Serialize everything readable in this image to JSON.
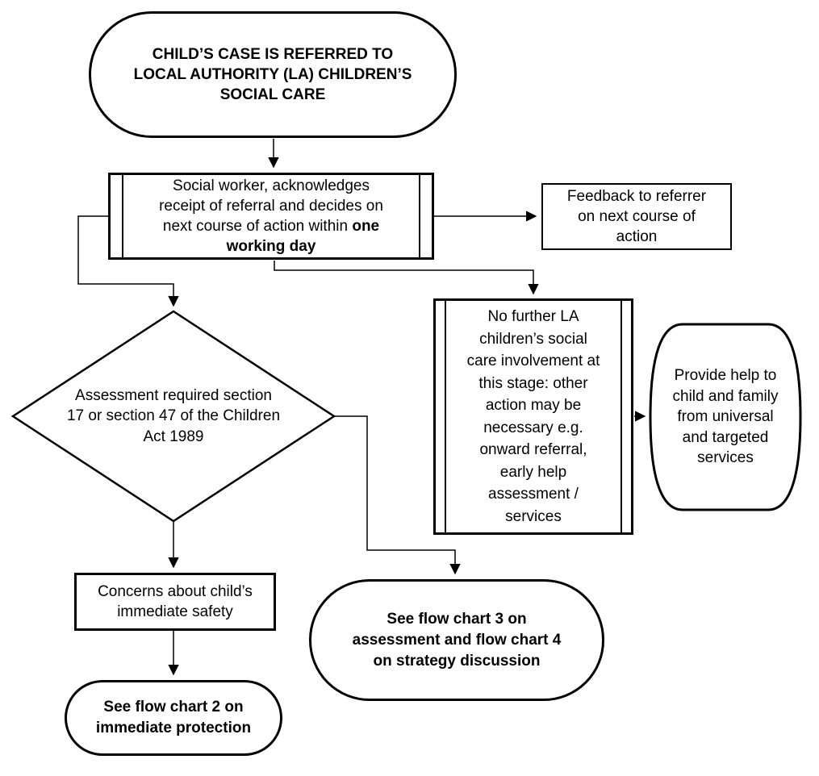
{
  "diagram": {
    "background_color": "#ffffff",
    "line_color": "#000000",
    "nodes": {
      "case_referred": {
        "shape": "terminator",
        "text": "CHILD’S CASE IS REFERRED TO\nLOCAL AUTHORITY (LA) CHILDREN’S\nSOCIAL CARE"
      },
      "social_worker": {
        "shape": "predefined-process",
        "text_regular": "Social worker, acknowledges\nreceipt of referral and decides on\nnext course of action within ",
        "text_bold": "one\nworking day"
      },
      "feedback": {
        "shape": "rectangle",
        "text": "Feedback to referrer\non next course of\naction"
      },
      "assessment": {
        "shape": "decision-diamond",
        "text": "Assessment required section\n17 or section 47 of the Children\nAct 1989"
      },
      "no_further": {
        "shape": "predefined-process",
        "text": "No further LA\nchildren’s social\ncare involvement at\nthis stage: other\naction may be\nnecessary e.g.\nonward referral,\nearly help\nassessment /\nservices"
      },
      "provide_help": {
        "shape": "barrel",
        "text": "Provide help to\nchild and family\nfrom universal\nand targeted\nservices"
      },
      "concerns": {
        "shape": "rectangle",
        "text": "Concerns about child’s\nimmediate safety"
      },
      "flow_chart_2": {
        "shape": "terminator",
        "text": "See flow chart 2 on\nimmediate protection"
      },
      "flow_chart_3": {
        "shape": "terminator",
        "text": "See flow chart 3 on\nassessment and flow chart 4\non strategy discussion"
      }
    },
    "edges": [
      {
        "from": "case_referred",
        "to": "social_worker"
      },
      {
        "from": "social_worker",
        "to": "feedback"
      },
      {
        "from": "social_worker",
        "to": "assessment"
      },
      {
        "from": "social_worker",
        "to": "no_further"
      },
      {
        "from": "assessment",
        "to": "concerns"
      },
      {
        "from": "assessment",
        "to": "flow_chart_3"
      },
      {
        "from": "no_further",
        "to": "provide_help"
      },
      {
        "from": "concerns",
        "to": "flow_chart_2"
      }
    ]
  }
}
